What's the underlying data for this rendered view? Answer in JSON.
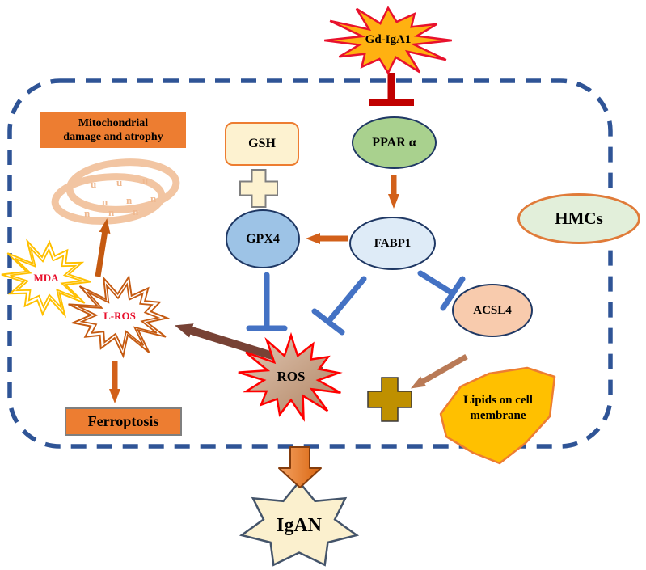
{
  "figure": {
    "cell_label": "HMCs",
    "colors": {
      "cell_boundary": "#2F5496",
      "inhibit_red": "#C00000",
      "inhibit_blue": "#4472C4",
      "activate_orange": "#D2601A",
      "activate_rust": "#C55A11",
      "activate_brown": "#B97A56",
      "activate_dark_brown": "#774235",
      "mitochondria": "#F2C5A2",
      "box_orange": "#ED7D31",
      "plus_cream": "#FDF2D0",
      "plus_olive": "#BF9000",
      "lipid_gold": "#FFC000"
    }
  },
  "nodes": {
    "gd_iga1": {
      "label": "Gd-IgA1",
      "shape": "starburst",
      "fill": "#FFB111",
      "border": "#E8112D"
    },
    "ppar_alpha": {
      "label": "PPAR α",
      "shape": "ellipse",
      "fill": "#A9D18E",
      "border": "#1F3864"
    },
    "gsh": {
      "label": "GSH",
      "shape": "rounded-rect",
      "fill": "#FDF2D0",
      "border": "#ED7D31"
    },
    "gpx4": {
      "label": "GPX4",
      "shape": "ellipse",
      "fill": "#9DC3E6",
      "border": "#1F3864"
    },
    "fabp1": {
      "label": "FABP1",
      "shape": "ellipse",
      "fill": "#DEEBF7",
      "border": "#1F3864"
    },
    "hmcs": {
      "label": "HMCs",
      "shape": "ellipse",
      "fill": "#E2EFDA",
      "border": "#E07B39"
    },
    "acsl4": {
      "label": "ACSL4",
      "shape": "ellipse",
      "fill": "#F8CBAD",
      "border": "#1F3864"
    },
    "mda": {
      "label": "MDA",
      "shape": "starburst",
      "fill": "#FFFFFF",
      "border": "#FFC000",
      "text_color": "#E8112D"
    },
    "l_ros": {
      "label": "L-ROS",
      "shape": "starburst",
      "fill": "#FFFFFF",
      "border": "#C55A11",
      "text_color": "#E8112D"
    },
    "ros": {
      "label": "ROS",
      "shape": "starburst",
      "fill": "#C9A689",
      "border": "#FF0000"
    },
    "mito_damage": {
      "label_line1": "Mitochondrial",
      "label_line2": "damage and atrophy",
      "shape": "rect",
      "fill": "#ED7D31"
    },
    "ferroptosis": {
      "label": "Ferroptosis",
      "shape": "rect",
      "fill": "#ED7D31",
      "border": "#7F7F7F"
    },
    "lipids": {
      "label_line1": "Lipids on cell",
      "label_line2": "membrane",
      "shape": "blob",
      "fill": "#FFC000",
      "border": "#ED7D31"
    },
    "igan": {
      "label": "IgAN",
      "shape": "star7",
      "fill": "#FBF0CE",
      "border": "#44546A"
    }
  },
  "edges": [
    {
      "from": "Gd-IgA1",
      "to": "PPAR α",
      "type": "inhibits",
      "color": "#C00000"
    },
    {
      "from": "PPAR α",
      "to": "FABP1",
      "type": "activates",
      "color": "#D2601A"
    },
    {
      "from": "FABP1",
      "to": "GPX4",
      "type": "activates",
      "color": "#D2601A"
    },
    {
      "from": "GSH",
      "to": "GPX4",
      "type": "combines",
      "color": "#FDF2D0"
    },
    {
      "from": "GPX4",
      "to": "ROS",
      "type": "inhibits",
      "color": "#4472C4"
    },
    {
      "from": "FABP1",
      "to": "ROS",
      "type": "inhibits",
      "color": "#4472C4"
    },
    {
      "from": "FABP1",
      "to": "ACSL4",
      "type": "inhibits",
      "color": "#4472C4"
    },
    {
      "from": "ACSL4",
      "to": "Lipids on cell membrane",
      "type": "activates",
      "color": "#B97A56"
    },
    {
      "from": "ACSL4 + Lipids on cell membrane",
      "to": "combination",
      "type": "combines",
      "color": "#BF9000"
    },
    {
      "from": "ROS",
      "to": "L-ROS",
      "type": "activates",
      "color": "#774235"
    },
    {
      "from": "L-ROS",
      "to": "Mitochondrial damage and atrophy",
      "type": "activates",
      "color": "#C55A11"
    },
    {
      "from": "L-ROS",
      "to": "Ferroptosis",
      "type": "activates",
      "color": "#D2601A"
    },
    {
      "from": "HMCs cell processes",
      "to": "IgAN",
      "type": "activates",
      "color": "#ED7D31"
    }
  ]
}
